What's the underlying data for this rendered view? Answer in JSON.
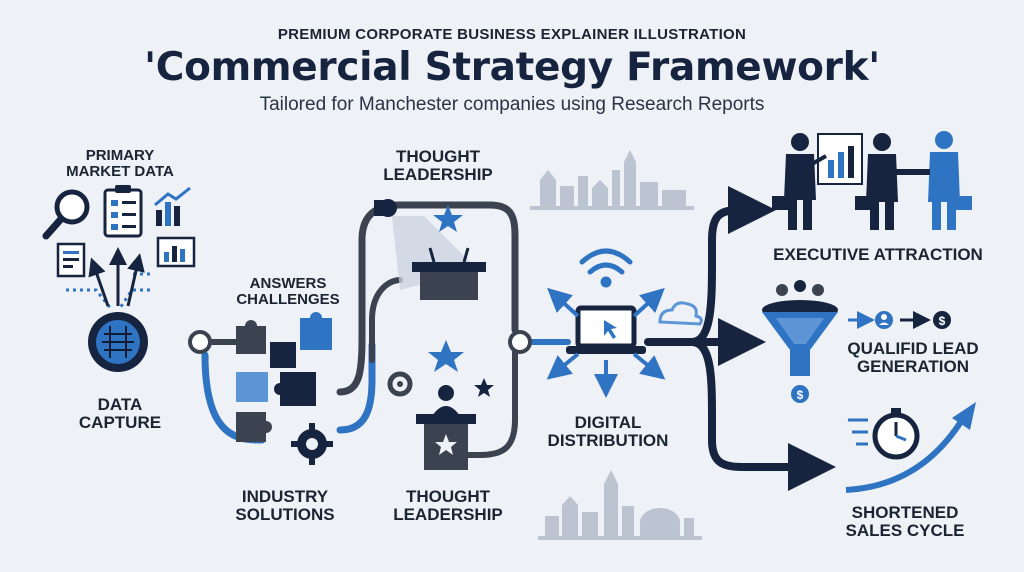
{
  "header": {
    "kicker": "PREMIUM CORPORATE BUSINESS EXPLAINER ILLUSTRATION",
    "title": "'Commercial Strategy Framework'",
    "subtitle": "Tailored for Manchester companies using Research Reports"
  },
  "labels": {
    "primary_market_data": "PRIMARY\nMARKET DATA",
    "data_capture": "DATA\nCAPTURE",
    "answers_challenges": "ANSWERS\nCHALLENGES",
    "industry_solutions": "INDUSTRY\nSOLUTIONS",
    "thought_leadership_top": "THOUGHT\nLEADERSHIP",
    "thought_leadership_bottom": "THOUGHT\nLEADERSHIP",
    "digital_distribution": "DIGITAL\nDISTRIBUTION",
    "executive_attraction": "EXECUTIVE ATTRACTION",
    "qualified_lead_generation": "QUALIFID LEAD\nGENERATION",
    "shortened_sales_cycle": "SHORTENED\nSALES CYCLE"
  },
  "colors": {
    "navy": "#16243f",
    "dark_gray": "#3c4350",
    "blue": "#2f73c3",
    "light_blue": "#5d95d6",
    "skyline": "#b4bccb",
    "background": "#eef1f6"
  },
  "icons": [
    "magnifier-icon",
    "clipboard-icon",
    "bar-chart-icon",
    "document-icon",
    "data-orb-icon",
    "puzzle-icon",
    "gear-icon",
    "spotlight-icon",
    "podium-icon",
    "star-icon",
    "speaker-icon",
    "wifi-icon",
    "laptop-icon",
    "cloud-icon",
    "businessman-icon",
    "handshake-icon",
    "funnel-icon",
    "person-icon",
    "dollar-icon",
    "stopwatch-icon",
    "skyline-icon"
  ]
}
